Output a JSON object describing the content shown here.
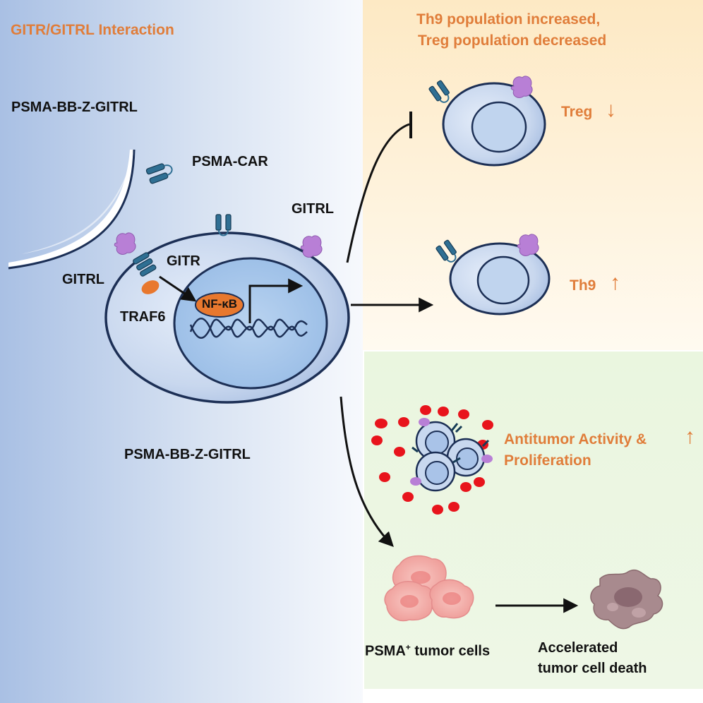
{
  "header": {
    "interaction_title": "GITR/GITRL Interaction",
    "effect_title_line1": "Th9 population increased,",
    "effect_title_line2": "Treg population decreased"
  },
  "left": {
    "construct_top": "PSMA-BB-Z-GITRL",
    "construct_bottom": "PSMA-BB-Z-GITRL",
    "car": "PSMA-CAR",
    "gitrl_left": "GITRL",
    "gitr": "GITR",
    "traf6": "TRAF6",
    "gitrl_right": "GITRL",
    "nfkb": "NF-κB"
  },
  "right_top": {
    "treg": "Treg",
    "treg_arrow": "↓",
    "th9": "Th9",
    "th9_arrow": "↑"
  },
  "right_bottom": {
    "activity_line1": "Antitumor Activity &",
    "activity_line2": "Proliferation",
    "activity_arrow": "↑",
    "tumor_label": "PSMA",
    "tumor_sup": "+",
    "tumor_label_rest": " tumor cells",
    "death_line1": "Accelerated",
    "death_line2": "tumor cell death"
  },
  "colors": {
    "accent_orange": "#e07d3a",
    "membrane": "#1c2f55",
    "receptor_blue": "#2f6f93",
    "gitrl_purple": "#b87fd6",
    "cell_fill": "#c9d8ee",
    "tumor_pink": "#f0a3a3",
    "cytokine_red": "#e8141c"
  },
  "icons": [
    "psma-car-receptor-icon",
    "gitrl-ligand-icon",
    "gitr-receptor-icon",
    "traf6-icon",
    "dna-helix-icon",
    "tumor-cell-icon",
    "dying-tumor-cell-icon",
    "cytokine-dot-icon"
  ]
}
